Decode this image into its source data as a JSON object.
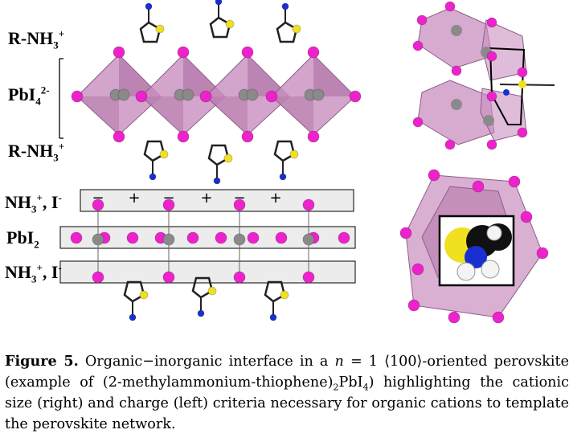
{
  "labels": {
    "r_nh3_top": "R-NH",
    "r_nh3_top_sub": "3",
    "r_nh3_top_sup": "+",
    "pbi4": "PbI",
    "pbi4_sub": "4",
    "pbi4_sup": "2-",
    "r_nh3_bottom": "R-NH",
    "r_nh3_bottom_sub": "3",
    "r_nh3_bottom_sup": "+",
    "nh3_i_top": "NH",
    "nh3_i_top_sub": "3",
    "nh3_i_top_sup": "+",
    "nh3_i_top_suffix": ", I",
    "nh3_i_top_suffix_sup": "-",
    "pbi2": "PbI",
    "pbi2_sub": "2",
    "nh3_i_bottom": "NH",
    "nh3_i_bottom_sub": "3",
    "nh3_i_bottom_sup": "+",
    "nh3_i_bottom_suffix": ", I",
    "nh3_i_bottom_suffix_sup": "-"
  },
  "charges": [
    "−",
    "+",
    "−",
    "+",
    "−",
    "+"
  ],
  "colors": {
    "iodide": "#ee22cc",
    "lead": "#8a8a8a",
    "octahedron_fill": "#c98fbf",
    "octahedron_dark": "#a86a9e",
    "nitrogen": "#1a2fd0",
    "sulfur": "#f0e020",
    "layer_band": "#ececec"
  },
  "caption": {
    "figure_label": "Figure 5.",
    "part1": " Organic−inorganic interface in a ",
    "n_symbol": "n",
    "part2": " = 1 ⟨100⟩-oriented perovskite (example of (2-methylammonium-thiophene)",
    "sub2": "2",
    "part3": "PbI",
    "sub4": "4",
    "part4": ") highlighting the cationic size (right) and charge (left) criteria necessary for organic cations to template the perovskite network."
  }
}
